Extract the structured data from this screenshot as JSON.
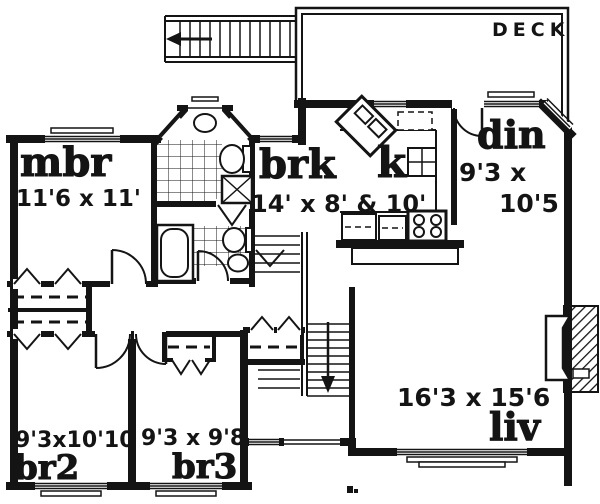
{
  "document": {
    "type": "split-level house floor plan"
  },
  "colors": {
    "ink": "#141414",
    "paper": "#ffffff"
  },
  "deck": {
    "label": "DECK"
  },
  "rooms": {
    "mbr": {
      "label": "mbr",
      "dims": "11'6 x 11'"
    },
    "brk": {
      "label": "brk",
      "dims": "14' x 8' & 10'"
    },
    "k": {
      "label": "k"
    },
    "din": {
      "label": "din",
      "dims_line1": "9'3 x",
      "dims_line2": "10'5"
    },
    "liv": {
      "label": "liv",
      "dims": "16'3 x 15'6"
    },
    "br2": {
      "label": "br2",
      "dims": "9'3x10'10"
    },
    "br3": {
      "label": "br3",
      "dims": "9'3 x 9'8"
    }
  },
  "fixtures": {
    "bathtub": "bathtub",
    "toilet": "toilet",
    "shower": "shower",
    "sink": "sink",
    "corner_sink": "corner double sink",
    "stove": "stove",
    "fireplace": "fireplace",
    "closet_rod": "closet rod",
    "stairs_up": "stairs to deck",
    "stairs_down": "stairs down",
    "window": "window",
    "door": "door"
  }
}
